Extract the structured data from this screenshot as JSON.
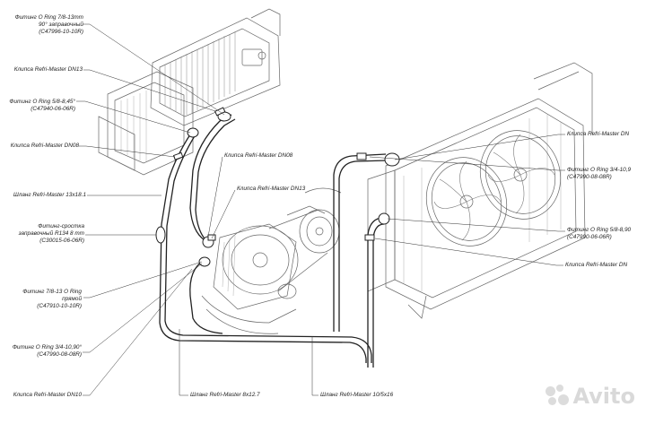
{
  "labels": {
    "fitting_7_8_90": [
      "Фитинг O Ring 7/8-13mm",
      "90° заправочный",
      "(С47996-10-10R)"
    ],
    "clamp_dn13_top": [
      "Клипса Refri-Master DN13"
    ],
    "fitting_5_8_45": [
      "Фитинг O Ring 5/8-8,45°",
      "(С47940-06-06R)"
    ],
    "clamp_dn08_left": [
      "Клипса Refri-Master DN08"
    ],
    "hose_13x18": [
      "Шланг Refri-Master 13x18.1"
    ],
    "fitting_splice": [
      "Фитинг-сростка",
      "заправочный R134 8 mm",
      "(С30015-06-06R)"
    ],
    "fitting_7_8_straight": [
      "Фитинг 7/8-13 O Ring",
      "прямой",
      "(С47910-10-10R)"
    ],
    "fitting_3_4_90_left": [
      "Фитинг O Ring 3/4-10,90°",
      "(С47990-08-08R)"
    ],
    "clamp_dn10_left": [
      "Клипса Refri-Master DN10"
    ],
    "clamp_dn08_mid": [
      "Клипса Refri-Master DN08"
    ],
    "clamp_dn13_mid": [
      "Клипса Refri-Master DN13"
    ],
    "hose_8x12": [
      "Шланг Refri-Master 8x12.7"
    ],
    "hose_10x16": [
      "Шланг Refri-Master 10/5x16"
    ],
    "clamp_dn_right_top": [
      "Клипса Refri-Master DN"
    ],
    "fitting_3_4_90_right": [
      "Фитинг O Ring 3/4-10,9",
      "(С47990-08-08R)"
    ],
    "fitting_5_8_90_right": [
      "Фитинг O Ring 5/8-8,90",
      "(С47990-06-06R)"
    ],
    "clamp_dn_right_bottom": [
      "Клипса Refri-Master DN"
    ]
  },
  "watermark": {
    "text": "Avito",
    "color": "#dcdcdc"
  },
  "colors": {
    "line": "#1a1a1a",
    "drawing": "#555555",
    "hose": "#222222"
  }
}
